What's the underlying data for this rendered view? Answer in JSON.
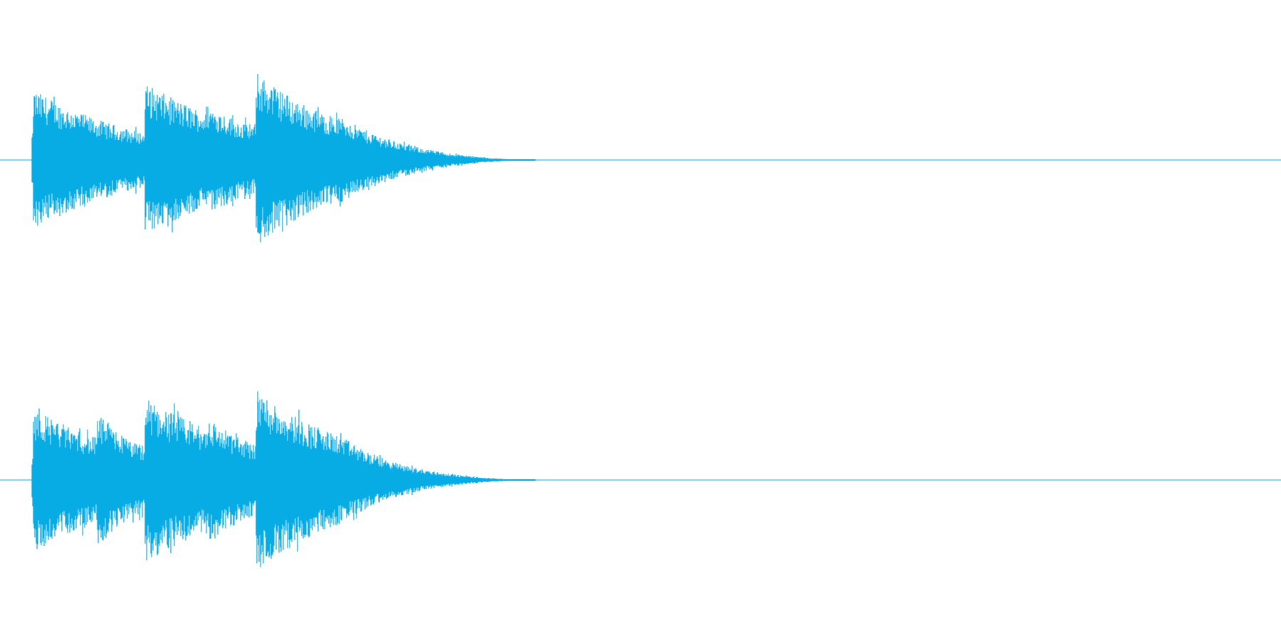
{
  "waveform": {
    "color": "#08ace4",
    "background": "#ffffff",
    "channel_count": 2,
    "channels": [
      {
        "name": "",
        "envelope": {
          "onset": 0.025,
          "hits": [
            {
              "t": 0.028,
              "peak": 0.78,
              "decay": 0.09
            },
            {
              "t": 0.078,
              "peak": 0.42,
              "decay": 0.06
            },
            {
              "t": 0.115,
              "peak": 0.85,
              "decay": 0.1
            },
            {
              "t": 0.163,
              "peak": 0.62,
              "decay": 0.07
            },
            {
              "t": 0.202,
              "peak": 0.98,
              "decay": 0.08
            },
            {
              "t": 0.255,
              "peak": 0.52,
              "decay": 0.12
            }
          ],
          "tail_end": 0.418
        }
      },
      {
        "name": "",
        "envelope": {
          "onset": 0.025,
          "hits": [
            {
              "t": 0.028,
              "peak": 0.8,
              "decay": 0.09
            },
            {
              "t": 0.078,
              "peak": 0.72,
              "decay": 0.05
            },
            {
              "t": 0.115,
              "peak": 0.92,
              "decay": 0.1
            },
            {
              "t": 0.163,
              "peak": 0.68,
              "decay": 0.07
            },
            {
              "t": 0.202,
              "peak": 1.0,
              "decay": 0.09
            },
            {
              "t": 0.255,
              "peak": 0.48,
              "decay": 0.12
            }
          ],
          "tail_end": 0.418
        }
      }
    ]
  }
}
